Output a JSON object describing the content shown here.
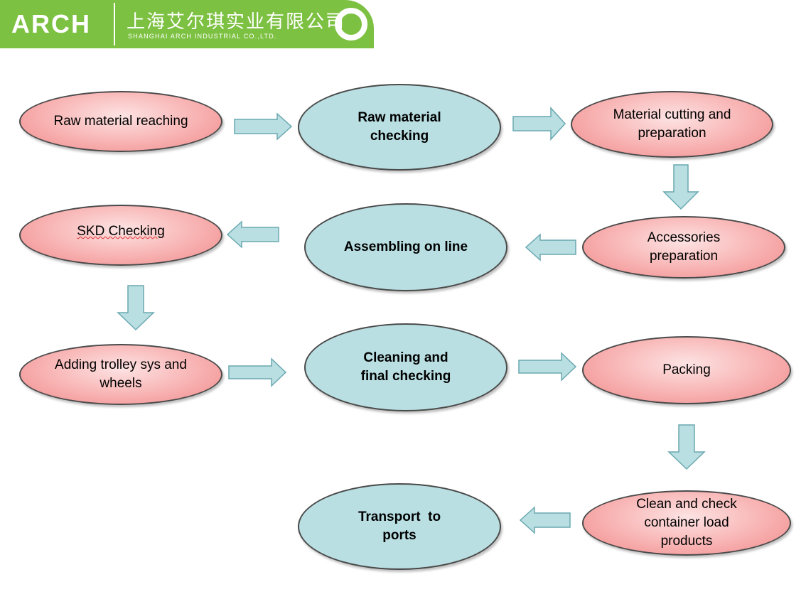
{
  "header": {
    "logo": "ARCH",
    "company_cn": "上海艾尔琪实业有限公司",
    "company_en": "SHANGHAI ARCH INDUSTRIAL CO.,LTD."
  },
  "colors": {
    "banner": "#7dc142",
    "pink_node": "#f8b2b2",
    "blue_node": "#b9dfe2",
    "arrow_fill": "#b9dfe2",
    "arrow_stroke": "#6aa8b0"
  },
  "steps": [
    {
      "id": "raw-material-reaching",
      "label": "Raw material reaching",
      "style": "pink"
    },
    {
      "id": "raw-material-checking",
      "label": "Raw material checking",
      "style": "blue"
    },
    {
      "id": "material-cutting",
      "label": "Material cutting and preparation",
      "style": "pink"
    },
    {
      "id": "accessories-preparation",
      "label": "Accessories preparation",
      "style": "pink"
    },
    {
      "id": "assembling-on-line",
      "label": "Assembling on line",
      "style": "blue"
    },
    {
      "id": "skd-checking",
      "label": "SKD Checking",
      "style": "pink"
    },
    {
      "id": "adding-trolley",
      "label": "Adding trolley sys and wheels",
      "style": "pink"
    },
    {
      "id": "cleaning-final-checking",
      "label": "Cleaning and final checking",
      "style": "blue"
    },
    {
      "id": "packing",
      "label": "Packing",
      "style": "pink"
    },
    {
      "id": "clean-check-container",
      "label": "Clean and check container load products",
      "style": "pink"
    },
    {
      "id": "transport-to-ports",
      "label": "Transport  to ports",
      "style": "blue"
    }
  ]
}
